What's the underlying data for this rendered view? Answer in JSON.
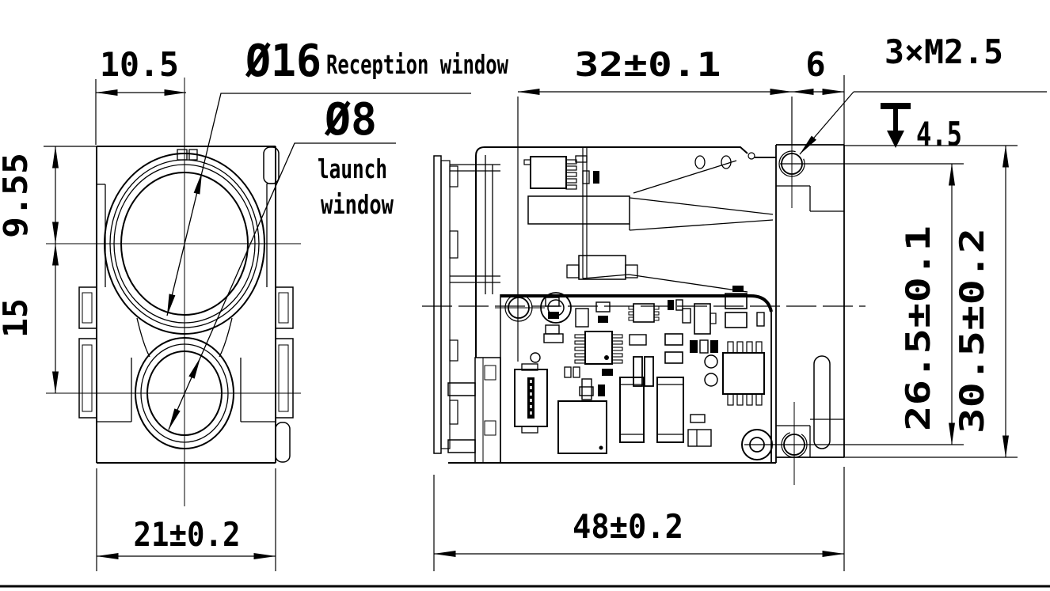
{
  "drawing": {
    "kind": "technical-drawing",
    "line_color": "#000000",
    "bg_color": "#ffffff"
  },
  "front_view": {
    "callouts": {
      "dia16": "Ø16",
      "reception_window": "Reception window",
      "dia8": "Ø8",
      "launch_line1": "launch",
      "launch_line2": "window"
    },
    "dims": {
      "offset_top": "10.5",
      "top_to_center": "9.55",
      "center_to_center": "15",
      "overall_width": "21±0.2"
    }
  },
  "side_view": {
    "callouts": {
      "thread": "3×M2.5",
      "thread_depth": "4.5"
    },
    "dims": {
      "hole_span": "32±0.1",
      "hole_to_edge": "6",
      "hole_centers": "26.5±0.1",
      "overall_height": "30.5±0.2",
      "overall_length": "48±0.2"
    }
  }
}
